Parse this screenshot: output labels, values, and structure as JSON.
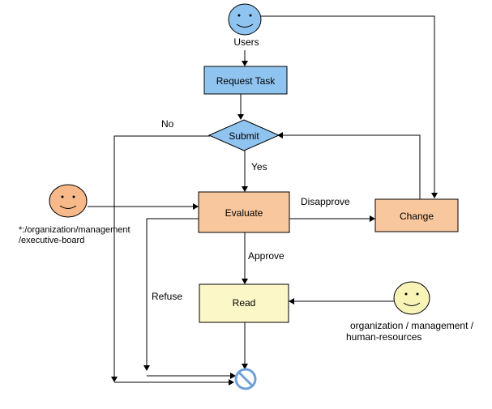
{
  "nodes": {
    "users_label": "Users",
    "request_task": "Request Task",
    "submit": "Submit",
    "evaluate": "Evaluate",
    "change": "Change",
    "read": "Read"
  },
  "actors": {
    "exec_line1": "*:/organization/management",
    "exec_line2": "/executive-board",
    "hr_line1": "organization / management /",
    "hr_line2": "human-resources"
  },
  "edge_labels": {
    "no": "No",
    "yes": "Yes",
    "disapprove": "Disapprove",
    "approve": "Approve",
    "refuse": "Refuse"
  },
  "colors": {
    "users_face": "#8fc4f0",
    "exec_face": "#f7b98a",
    "hr_face": "#f8f4b8",
    "request_task_fill": "#8fc4f0",
    "submit_fill": "#8fc4f0",
    "evaluate_fill": "#f9c79d",
    "change_fill": "#f9c79d",
    "read_fill": "#fbf7c6",
    "end_ring": "#6fa0d8"
  },
  "icons": {
    "actor": "smiley-face-icon",
    "end": "prohibited-end-icon"
  }
}
